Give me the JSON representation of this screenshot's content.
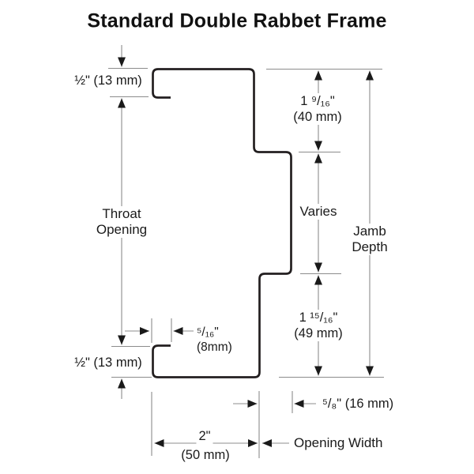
{
  "title": "Standard Double Rabbet Frame",
  "dimensions": {
    "return_top": "½\" (13 mm)",
    "rabbet_top_in": "1 ⁹/₁₆\"",
    "rabbet_top_mm": "(40 mm)",
    "stop_height": "Varies",
    "jamb_depth_line1": "Jamb",
    "jamb_depth_line2": "Depth",
    "throat_line1": "Throat",
    "throat_line2": "Opening",
    "rabbet_bottom_in": "1 ¹⁵/₁₆\"",
    "rabbet_bottom_mm": "(49 mm)",
    "backbend_in": "⁵/₁₆\"",
    "backbend_mm": "(8mm)",
    "return_bottom": "½\" (13 mm)",
    "stop_width": "⁵/₈\" (16 mm)",
    "face_width_in": "2\"",
    "face_width_mm": "(50 mm)",
    "opening_width": "Opening Width"
  },
  "colors": {
    "background": "#ffffff",
    "profile_stroke": "#231f20",
    "dimension_line": "#8c8c8c",
    "arrowhead": "#1a1a1a",
    "text": "#1a1a1a"
  }
}
